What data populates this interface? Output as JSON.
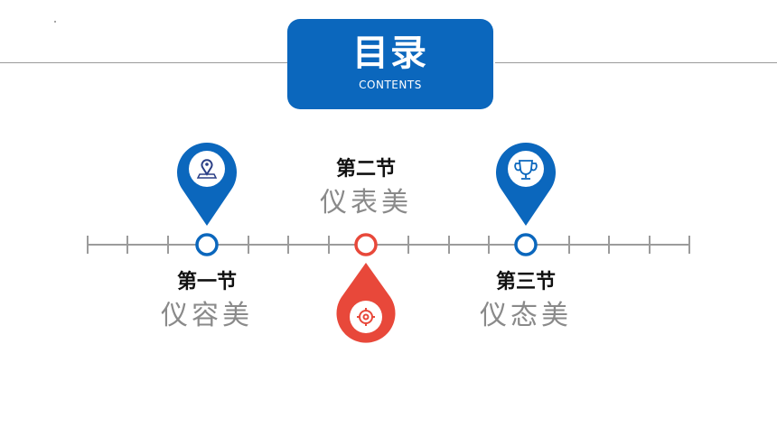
{
  "header": {
    "title": "目录",
    "subtitle": "CONTENTS"
  },
  "sections": [
    {
      "section": "第一节",
      "name": "仪容美",
      "color": "#0b67bd",
      "icon": "location-pin-icon"
    },
    {
      "section": "第二节",
      "name": "仪表美",
      "color": "#e8483a",
      "icon": "gear-icon"
    },
    {
      "section": "第三节",
      "name": "仪态美",
      "color": "#0b67bd",
      "icon": "trophy-icon"
    }
  ]
}
